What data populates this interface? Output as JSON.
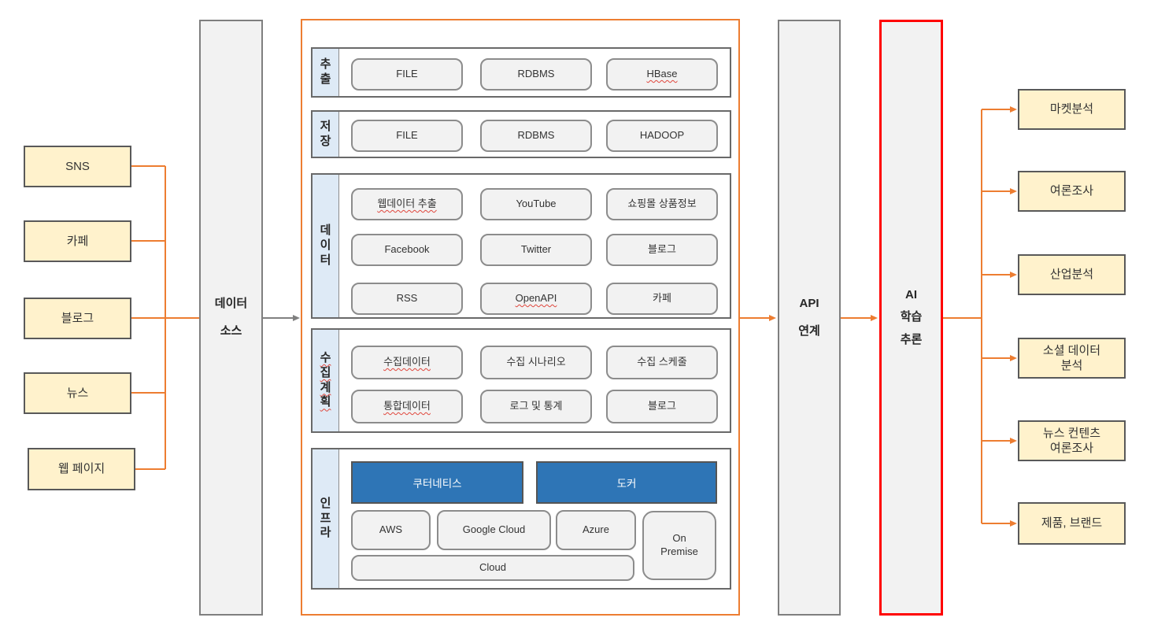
{
  "colors": {
    "accent_orange": "#ED7D31",
    "accent_red": "#FF0000",
    "accent_blue": "#2E75B6",
    "source_box_fill": "#FFF2CC",
    "pillar_fill": "#F2F2F2",
    "row_label_fill": "#DEEAF6",
    "component_fill": "#F2F2F2",
    "connector_gray": "#808080"
  },
  "sources": [
    {
      "label": "SNS"
    },
    {
      "label": "카페"
    },
    {
      "label": "블로그"
    },
    {
      "label": "뉴스"
    },
    {
      "label": "웹 페이지"
    }
  ],
  "data_source": {
    "label": "데이터\n소스"
  },
  "platform": {
    "rows": [
      {
        "label": "추\n출",
        "boxes": [
          {
            "label": "FILE"
          },
          {
            "label": "RDBMS"
          },
          {
            "label": "HBase",
            "misspelled": true
          }
        ]
      },
      {
        "label": "저\n장",
        "boxes": [
          {
            "label": "FILE"
          },
          {
            "label": "RDBMS"
          },
          {
            "label": "HADOOP"
          }
        ]
      },
      {
        "label": "데\n이\n터",
        "boxes": [
          {
            "label": "웹데이터 추출",
            "misspelled": true
          },
          {
            "label": "YouTube"
          },
          {
            "label": "쇼핑몰 상품정보"
          },
          {
            "label": "Facebook"
          },
          {
            "label": "Twitter"
          },
          {
            "label": "블로그"
          },
          {
            "label": "RSS"
          },
          {
            "label": "OpenAPI",
            "misspelled": true
          },
          {
            "label": "카페"
          }
        ]
      },
      {
        "label": "수\n집\n계\n획",
        "label_misspelled": true,
        "boxes": [
          {
            "label": "수집데이터",
            "misspelled": true
          },
          {
            "label": "수집 시나리오"
          },
          {
            "label": "수집 스케줄"
          },
          {
            "label": "통합데이터",
            "misspelled": true
          },
          {
            "label": "로그 및 통계"
          },
          {
            "label": "블로그"
          }
        ]
      },
      {
        "label": "인\n프\n라",
        "blue_boxes": [
          {
            "label": "쿠터네티스"
          },
          {
            "label": "도커"
          }
        ],
        "cloud_boxes": [
          {
            "label": "AWS"
          },
          {
            "label": "Google Cloud"
          },
          {
            "label": "Azure"
          }
        ],
        "wide_box": {
          "label": "Cloud"
        },
        "tall_box": {
          "label": "On\nPremise"
        }
      }
    ]
  },
  "api_column": {
    "label": "API\n연계"
  },
  "ai_column": {
    "label": "AI\n학습\n추론"
  },
  "outputs": [
    {
      "label": "마켓분석"
    },
    {
      "label": "여론조사"
    },
    {
      "label": "산업분석"
    },
    {
      "label": "소셜 데이터\n분석"
    },
    {
      "label": "뉴스 컨텐츠\n여론조사"
    },
    {
      "label": "제품, 브랜드"
    }
  ]
}
